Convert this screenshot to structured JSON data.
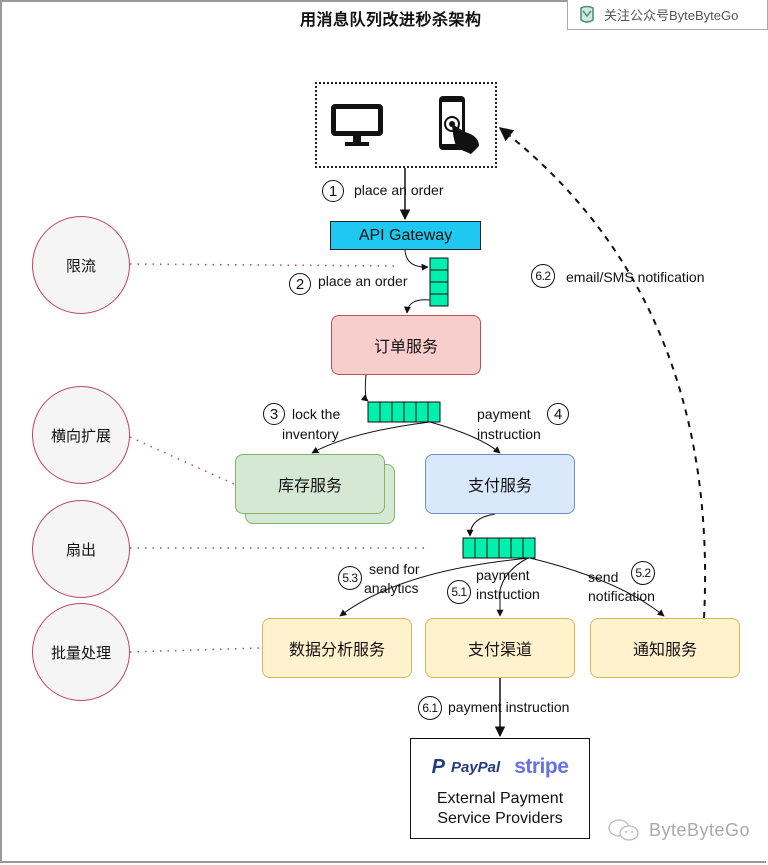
{
  "title": "用消息队列改进秒杀架构",
  "follow_badge": {
    "text": "关注公众号ByteByteGo",
    "icon": "bytebytego-logo-icon"
  },
  "clients": {
    "icons": [
      "desktop-monitor-icon",
      "smartphone-touch-icon"
    ]
  },
  "nodes": {
    "api_gateway": "API Gateway",
    "order_service": "订单服务",
    "inventory_service": "库存服务",
    "payment_service": "支付服务",
    "analytics_service": "数据分析服务",
    "payment_channel": "支付渠道",
    "notification_service": "通知服务",
    "external_providers": {
      "logos": [
        "PayPal",
        "stripe"
      ],
      "caption_line1": "External Payment",
      "caption_line2": "Service Providers"
    }
  },
  "queues": {
    "q1_cells": 4,
    "q2_cells": 6,
    "q3_cells": 6
  },
  "steps": [
    {
      "num": "1",
      "label": "place an order"
    },
    {
      "num": "2",
      "label": "place an order"
    },
    {
      "num": "3",
      "label_line1": "lock the",
      "label_line2": "inventory"
    },
    {
      "num": "4",
      "label_line1": "payment",
      "label_line2": "instruction"
    },
    {
      "num": "5.1",
      "label_line1": "payment",
      "label_line2": "instruction"
    },
    {
      "num": "5.2",
      "label_line1": "send",
      "label_line2": "notification"
    },
    {
      "num": "5.3",
      "label_line1": "send for",
      "label_line2": "analytics"
    },
    {
      "num": "6.1",
      "label": "payment instruction"
    },
    {
      "num": "6.2",
      "label": "email/SMS notification"
    }
  ],
  "concepts": [
    "限流",
    "横向扩展",
    "扇出",
    "批量处理"
  ],
  "colors": {
    "queue": "#00f0b0",
    "gateway": "#1ec8f0",
    "concept_border": "#c0445f",
    "dotted_link": "#c0445f"
  },
  "watermark": "ByteByteGo"
}
